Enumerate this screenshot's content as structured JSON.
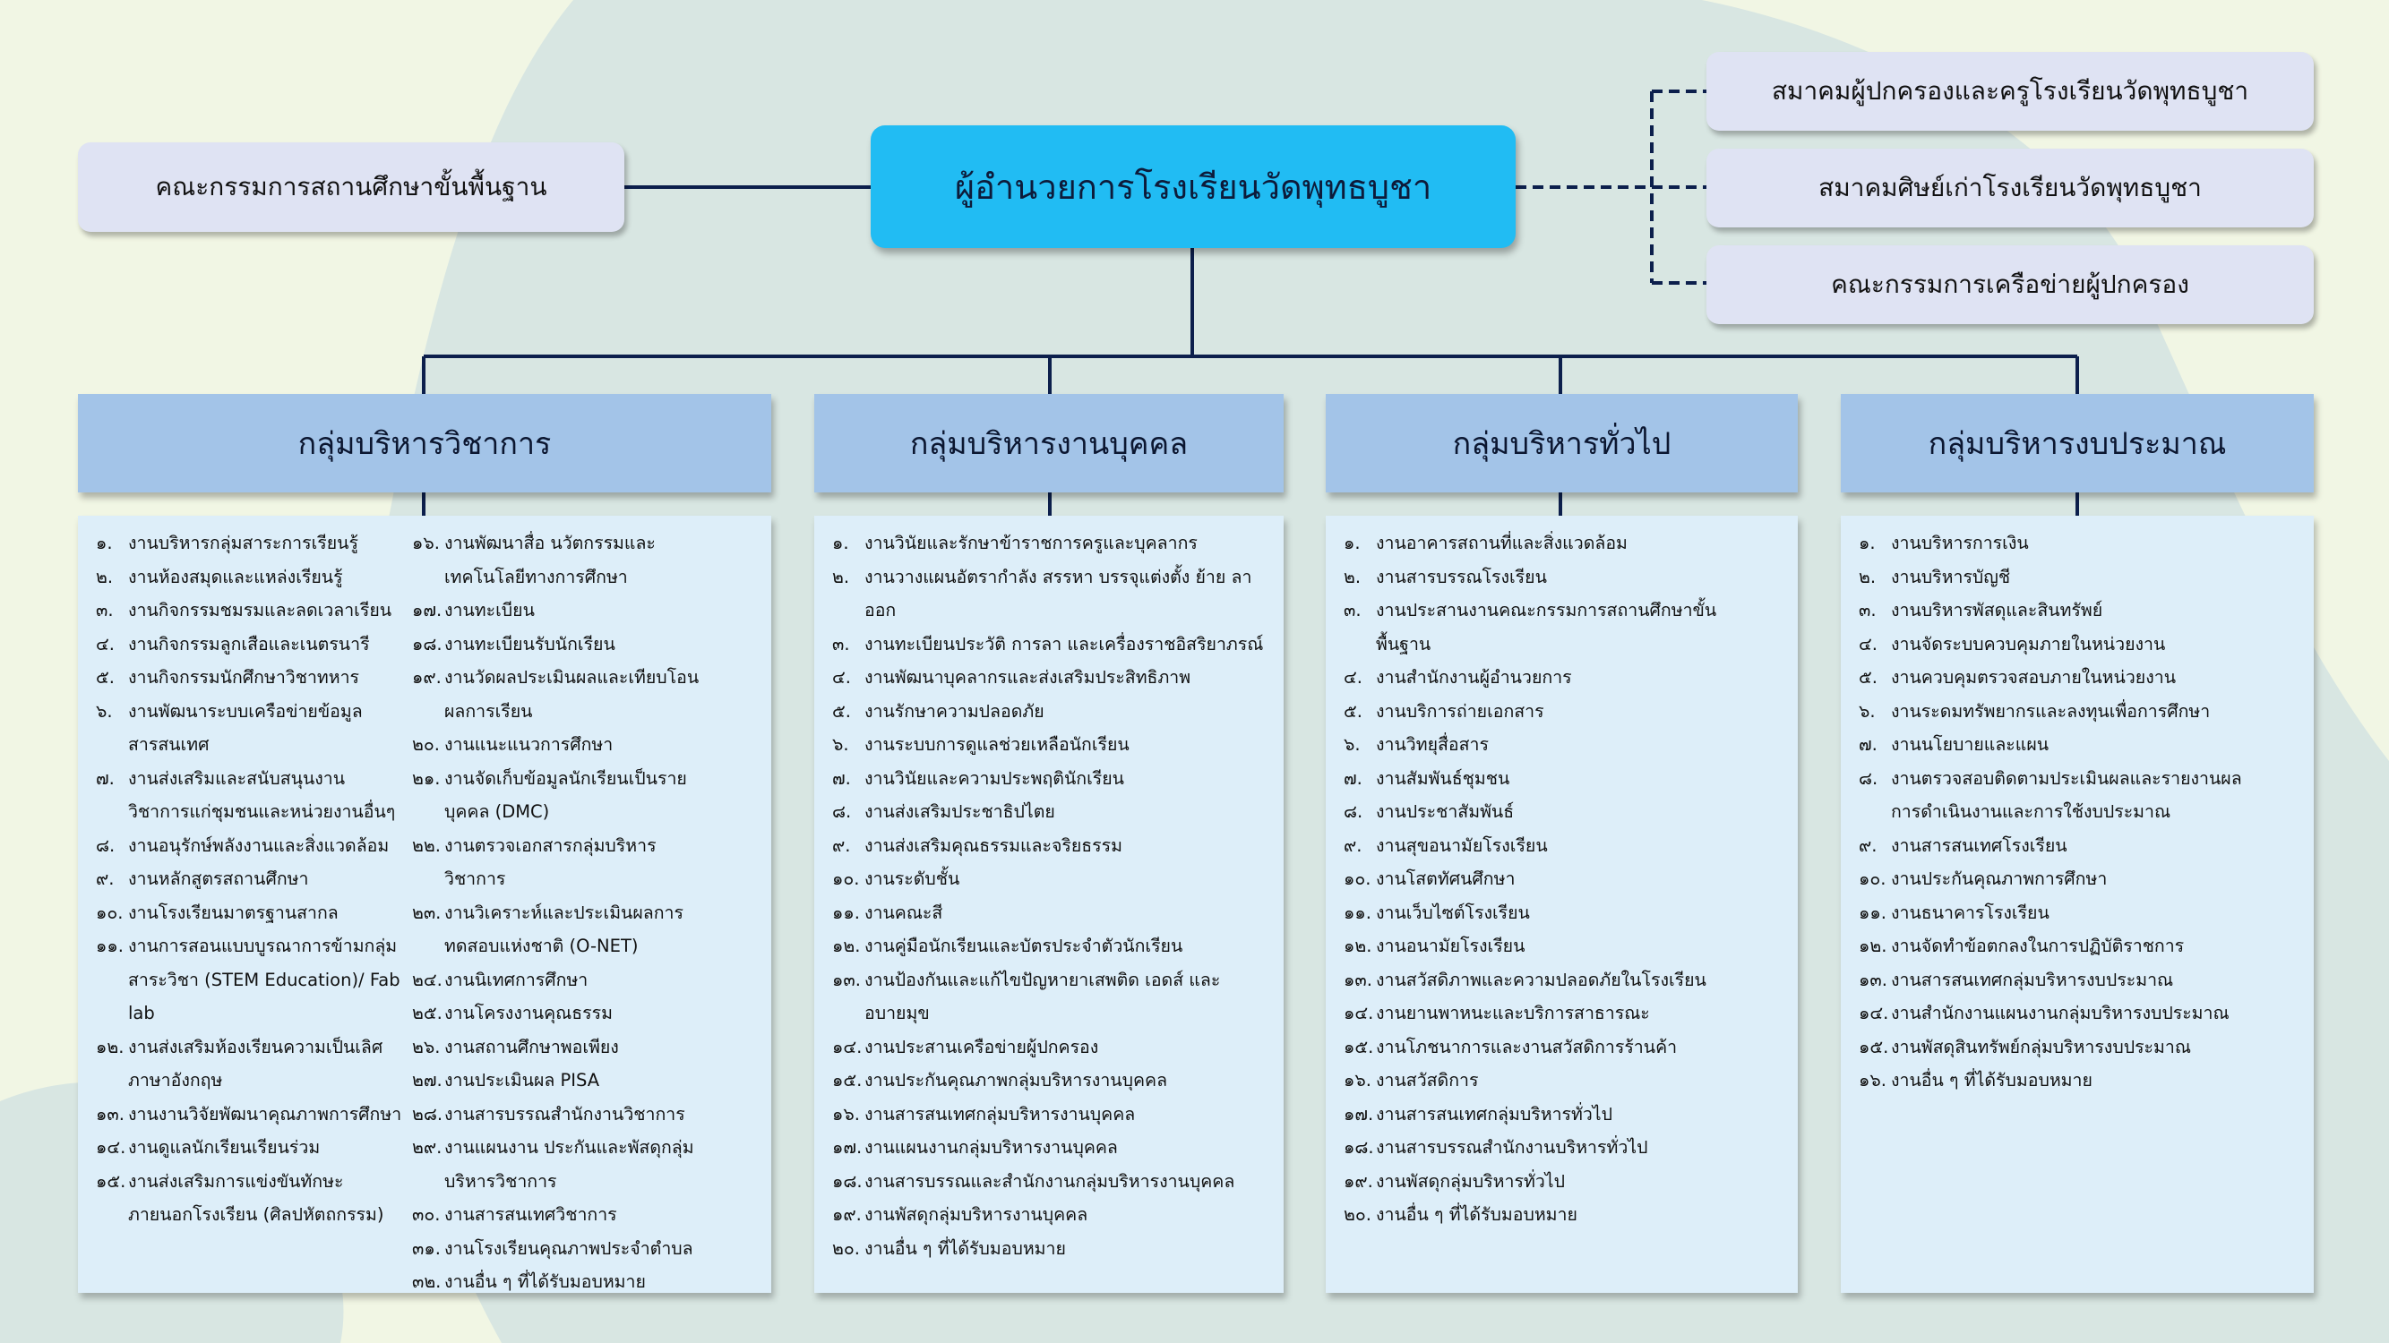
{
  "committee_box": "คณะกรรมการสถานศึกษาขั้นพื้นฐาน",
  "director_box": "ผู้อำนวยการโรงเรียนวัดพุทธบูชา",
  "associations": [
    "สมาคมผู้ปกครองและครูโรงเรียนวัดพุทธบูชา",
    "สมาคมศิษย์เก่าโรงเรียนวัดพุทธบูชา",
    "คณะกรรมการเครือข่ายผู้ปกครอง"
  ],
  "groups": [
    {
      "title": "กลุ่มบริหารวิชาการ",
      "col1": [
        {
          "n": "๑.",
          "t": "งานบริหารกลุ่มสาระการเรียนรู้"
        },
        {
          "n": "๒.",
          "t": "งานห้องสมุดและแหล่งเรียนรู้"
        },
        {
          "n": "๓.",
          "t": "งานกิจกรรมชมรมและลดเวลาเรียน"
        },
        {
          "n": "๔.",
          "t": "งานกิจกรรมลูกเสือและเนตรนารี"
        },
        {
          "n": "๕.",
          "t": "งานกิจกรรมนักศึกษาวิชาทหาร"
        },
        {
          "n": "๖.",
          "t": "งานพัฒนาระบบเครือข่ายข้อมูลสารสนเทศ"
        },
        {
          "n": "๗.",
          "t": "งานส่งเสริมและสนับสนุนงานวิชาการแก่ชุมชนและหน่วยงานอื่นๆ"
        },
        {
          "n": "๘.",
          "t": "งานอนุรักษ์พลังงานและสิ่งแวดล้อม"
        },
        {
          "n": "๙.",
          "t": "งานหลักสูตรสถานศึกษา"
        },
        {
          "n": "๑๐.",
          "t": "งานโรงเรียนมาตรฐานสากล"
        },
        {
          "n": "๑๑.",
          "t": "งานการสอนแบบบูรณาการข้ามกลุ่มสาระวิชา (STEM Education)/ Fab lab"
        },
        {
          "n": "๑๒.",
          "t": "งานส่งเสริมห้องเรียนความเป็นเลิศภาษาอังกฤษ"
        },
        {
          "n": "๑๓.",
          "t": "งานงานวิจัยพัฒนาคุณภาพการศึกษา"
        },
        {
          "n": "๑๔.",
          "t": "งานดูแลนักเรียนเรียนร่วม"
        },
        {
          "n": "๑๕.",
          "t": "งานส่งเสริมการแข่งขันทักษะภายนอกโรงเรียน (ศิลปหัตถกรรม)"
        }
      ],
      "col2": [
        {
          "n": "๑๖.",
          "t": "งานพัฒนาสื่อ นวัตกรรมและเทคโนโลยีทางการศึกษา"
        },
        {
          "n": "๑๗.",
          "t": "งานทะเบียน"
        },
        {
          "n": "๑๘.",
          "t": "งานทะเบียนรับนักเรียน"
        },
        {
          "n": "๑๙.",
          "t": "งานวัดผลประเมินผลและเทียบโอนผลการเรียน"
        },
        {
          "n": "๒๐.",
          "t": "งานแนะแนวการศึกษา"
        },
        {
          "n": "๒๑.",
          "t": "งานจัดเก็บข้อมูลนักเรียนเป็นรายบุคคล (DMC)"
        },
        {
          "n": "๒๒.",
          "t": "งานตรวจเอกสารกลุ่มบริหารวิชาการ"
        },
        {
          "n": "๒๓.",
          "t": "งานวิเคราะห์และประเมินผลการทดสอบแห่งชาติ (O-NET)"
        },
        {
          "n": "๒๔.",
          "t": "งานนิเทศการศึกษา"
        },
        {
          "n": "๒๕.",
          "t": "งานโครงงานคุณธรรม"
        },
        {
          "n": "๒๖.",
          "t": "งานสถานศึกษาพอเพียง"
        },
        {
          "n": "๒๗.",
          "t": "งานประเมินผล PISA"
        },
        {
          "n": "๒๘.",
          "t": "งานสารบรรณสำนักงานวิชาการ"
        },
        {
          "n": "๒๙.",
          "t": "งานแผนงาน ประกันและพัสดุกลุ่มบริหารวิชาการ"
        },
        {
          "n": "๓๐.",
          "t": "งานสารสนเทศวิชาการ"
        },
        {
          "n": "๓๑.",
          "t": "งานโรงเรียนคุณภาพประจำตำบล"
        },
        {
          "n": "๓๒.",
          "t": "งานอื่น ๆ ที่ได้รับมอบหมาย"
        }
      ]
    },
    {
      "title": "กลุ่มบริหารงานบุคคล",
      "items": [
        {
          "n": "๑.",
          "t": "งานวินัยและรักษาข้าราชการครูและบุคลากร"
        },
        {
          "n": "๒.",
          "t": "งานวางแผนอัตรากำลัง สรรหา บรรจุแต่งตั้ง ย้าย ลาออก"
        },
        {
          "n": "๓.",
          "t": "งานทะเบียนประวัติ การลา และเครื่องราชอิสริยาภรณ์"
        },
        {
          "n": "๔.",
          "t": "งานพัฒนาบุคลากรและส่งเสริมประสิทธิภาพ"
        },
        {
          "n": "๕.",
          "t": "งานรักษาความปลอดภัย"
        },
        {
          "n": "๖.",
          "t": "งานระบบการดูแลช่วยเหลือนักเรียน"
        },
        {
          "n": "๗.",
          "t": "งานวินัยและความประพฤตินักเรียน"
        },
        {
          "n": "๘.",
          "t": "งานส่งเสริมประชาธิปไตย"
        },
        {
          "n": "๙.",
          "t": "งานส่งเสริมคุณธรรมและจริยธรรม"
        },
        {
          "n": "๑๐.",
          "t": "งานระดับชั้น"
        },
        {
          "n": "๑๑.",
          "t": "งานคณะสี"
        },
        {
          "n": "๑๒.",
          "t": "งานคู่มือนักเรียนและบัตรประจำตัวนักเรียน"
        },
        {
          "n": "๑๓.",
          "t": "งานป้องกันและแก้ไขปัญหายาเสพติด เอดส์ และอบายมุข"
        },
        {
          "n": "๑๔.",
          "t": "งานประสานเครือข่ายผู้ปกครอง"
        },
        {
          "n": "๑๕.",
          "t": "งานประกันคุณภาพกลุ่มบริหารงานบุคคล"
        },
        {
          "n": "๑๖.",
          "t": "งานสารสนเทศกลุ่มบริหารงานบุคคล"
        },
        {
          "n": "๑๗.",
          "t": "งานแผนงานกลุ่มบริหารงานบุคคล"
        },
        {
          "n": "๑๘.",
          "t": "งานสารบรรณและสำนักงานกลุ่มบริหารงานบุคคล"
        },
        {
          "n": "๑๙.",
          "t": "งานพัสดุกลุ่มบริหารงานบุคคล"
        },
        {
          "n": "๒๐.",
          "t": "งานอื่น ๆ ที่ได้รับมอบหมาย"
        }
      ]
    },
    {
      "title": "กลุ่มบริหารทั่วไป",
      "items": [
        {
          "n": "๑.",
          "t": "งานอาคารสถานที่และสิ่งแวดล้อม"
        },
        {
          "n": "๒.",
          "t": "งานสารบรรณโรงเรียน"
        },
        {
          "n": "๓.",
          "t": "งานประสานงานคณะกรรมการสถานศึกษาขั้นพื้นฐาน"
        },
        {
          "n": "๔.",
          "t": "งานสำนักงานผู้อำนวยการ"
        },
        {
          "n": "๕.",
          "t": "งานบริการถ่ายเอกสาร"
        },
        {
          "n": "๖.",
          "t": "งานวิทยุสื่อสาร"
        },
        {
          "n": "๗.",
          "t": "งานสัมพันธ์ชุมชน"
        },
        {
          "n": "๘.",
          "t": "งานประชาสัมพันธ์"
        },
        {
          "n": "๙.",
          "t": "งานสุขอนามัยโรงเรียน"
        },
        {
          "n": "๑๐.",
          "t": "งานโสตทัศนศึกษา"
        },
        {
          "n": "๑๑.",
          "t": "งานเว็บไซต์โรงเรียน"
        },
        {
          "n": "๑๒.",
          "t": "งานอนามัยโรงเรียน"
        },
        {
          "n": "๑๓.",
          "t": "งานสวัสดิภาพและความปลอดภัยในโรงเรียน"
        },
        {
          "n": "๑๔.",
          "t": "งานยานพาหนะและบริการสาธารณะ"
        },
        {
          "n": "๑๕.",
          "t": "งานโภชนาการและงานสวัสดิการร้านค้า"
        },
        {
          "n": "๑๖.",
          "t": "งานสวัสดิการ"
        },
        {
          "n": "๑๗.",
          "t": "งานสารสนเทศกลุ่มบริหารทั่วไป"
        },
        {
          "n": "๑๘.",
          "t": "งานสารบรรณสำนักงานบริหารทั่วไป"
        },
        {
          "n": "๑๙.",
          "t": "งานพัสดุกลุ่มบริหารทั่วไป"
        },
        {
          "n": "๒๐.",
          "t": "งานอื่น ๆ ที่ได้รับมอบหมาย"
        }
      ]
    },
    {
      "title": "กลุ่มบริหารงบประมาณ",
      "items": [
        {
          "n": "๑.",
          "t": "งานบริหารการเงิน"
        },
        {
          "n": "๒.",
          "t": "งานบริหารบัญชี"
        },
        {
          "n": "๓.",
          "t": "งานบริหารพัสดุและสินทรัพย์"
        },
        {
          "n": "๔.",
          "t": "งานจัดระบบควบคุมภายในหน่วยงาน"
        },
        {
          "n": "๕.",
          "t": "งานควบคุมตรวจสอบภายในหน่วยงาน"
        },
        {
          "n": "๖.",
          "t": "งานระดมทรัพยากรและลงทุนเพื่อการศึกษา"
        },
        {
          "n": "๗.",
          "t": "งานนโยบายและแผน"
        },
        {
          "n": "๘.",
          "t": "งานตรวจสอบติดตามประเมินผลและรายงานผลการดำเนินงานและการใช้งบประมาณ"
        },
        {
          "n": "๙.",
          "t": "งานสารสนเทศโรงเรียน"
        },
        {
          "n": "๑๐.",
          "t": "งานประกันคุณภาพการศึกษา"
        },
        {
          "n": "๑๑.",
          "t": "งานธนาคารโรงเรียน"
        },
        {
          "n": "๑๒.",
          "t": "งานจัดทำข้อตกลงในการปฏิบัติราชการ"
        },
        {
          "n": "๑๓.",
          "t": "งานสารสนเทศกลุ่มบริหารงบประมาณ"
        },
        {
          "n": "๑๔.",
          "t": "งานสำนักงานแผนงานกลุ่มบริหารงบประมาณ"
        },
        {
          "n": "๑๕.",
          "t": "งานพัสดุสินทรัพย์กลุ่มบริหารงบประมาณ"
        },
        {
          "n": "๑๖.",
          "t": "งานอื่น ๆ ที่ได้รับมอบหมาย"
        }
      ]
    }
  ]
}
